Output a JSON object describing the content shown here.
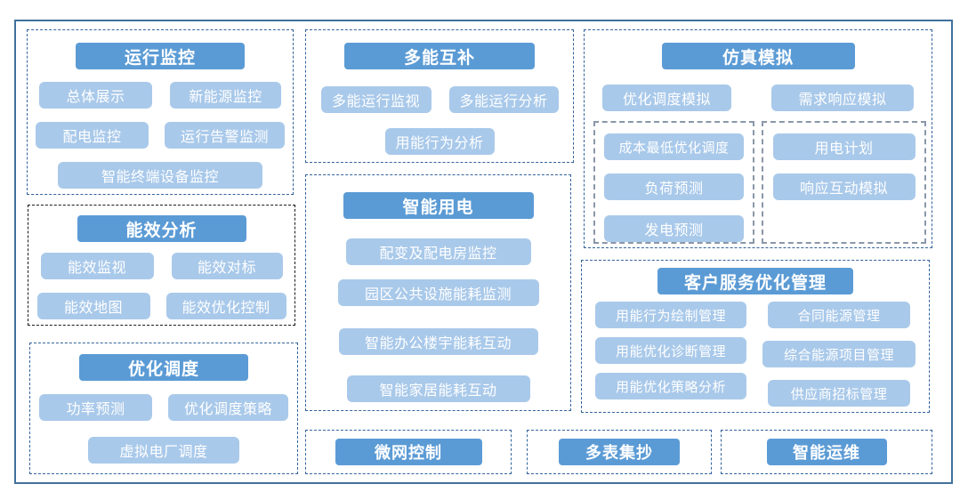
{
  "palette": {
    "header_bg": "#5b9bd5",
    "item_bg": "#a9c9ea",
    "button_text": "#ffffff",
    "dashed_border_blue": "#33639c",
    "dashed_border_black": "#1a1a1a",
    "dashed_border_gray": "#8a97a8",
    "outer_border": "#41719c"
  },
  "sections": {
    "operation_monitoring": {
      "title": "运行监控",
      "items": [
        "总体展示",
        "新能源监控",
        "配电监控",
        "运行告警监测",
        "智能终端设备监控"
      ]
    },
    "energy_efficiency": {
      "title": "能效分析",
      "items": [
        "能效监视",
        "能效对标",
        "能效地图",
        "能效优化控制"
      ]
    },
    "optimal_dispatch": {
      "title": "优化调度",
      "items": [
        "功率预测",
        "优化调度策略",
        "虚拟电厂调度"
      ]
    },
    "multi_energy": {
      "title": "多能互补",
      "items": [
        "多能运行监视",
        "多能运行分析",
        "用能行为分析"
      ]
    },
    "smart_power": {
      "title": "智能用电",
      "items": [
        "配变及配电房监控",
        "园区公共设施能耗监测",
        "智能办公楼宇能耗互动",
        "智能家居能耗互动"
      ]
    },
    "simulation": {
      "title": "仿真模拟",
      "items": [
        "优化调度模拟",
        "需求响应模拟"
      ],
      "sub_cost": [
        "成本最低优化调度",
        "负荷预测",
        "发电预测"
      ],
      "sub_plan": [
        "用电计划",
        "响应互动模拟"
      ]
    },
    "customer_service": {
      "title": "客户服务优化管理",
      "left": [
        "用能行为绘制管理",
        "用能优化诊断管理",
        "用能优化策略分析"
      ],
      "right": [
        "合同能源管理",
        "综合能源项目管理",
        "供应商招标管理"
      ]
    },
    "microgrid": {
      "title": "微网控制"
    },
    "multi_meter": {
      "title": "多表集抄"
    },
    "smart_om": {
      "title": "智能运维"
    }
  }
}
